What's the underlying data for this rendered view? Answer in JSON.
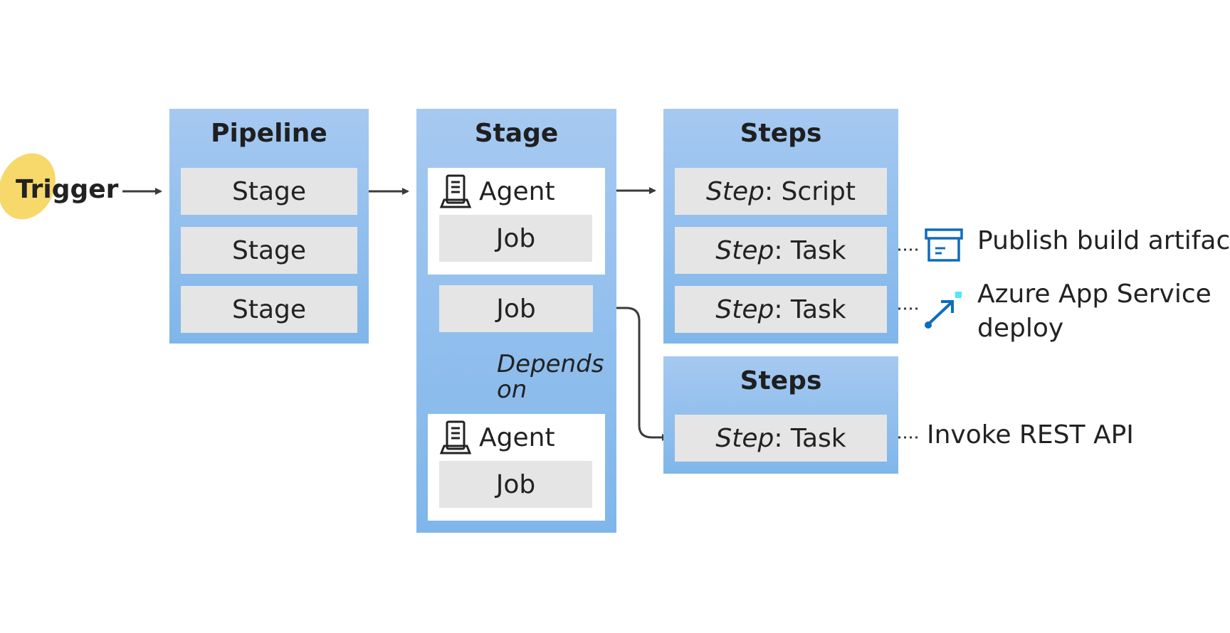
{
  "trigger": {
    "label": "Trigger"
  },
  "pipeline": {
    "title": "Pipeline",
    "stages": [
      "Stage",
      "Stage",
      "Stage"
    ]
  },
  "stage": {
    "title": "Stage",
    "agent1": {
      "label": "Agent",
      "job": "Job"
    },
    "middle_job": "Job",
    "depends_on": "Depends on",
    "agent2": {
      "label": "Agent",
      "job": "Job"
    }
  },
  "steps1": {
    "title": "Steps",
    "rows": [
      {
        "step": "Step",
        "kind": ": Script"
      },
      {
        "step": "Step",
        "kind": ": Task"
      },
      {
        "step": "Step",
        "kind": ": Task"
      }
    ]
  },
  "steps2": {
    "title": "Steps",
    "rows": [
      {
        "step": "Step",
        "kind": ": Task"
      }
    ]
  },
  "annotations": {
    "publish": "Publish build artifact",
    "azure_line1": "Azure App Service",
    "azure_line2": "deploy",
    "invoke": "Invoke REST API"
  },
  "icons": {
    "agent": "agent-server-icon",
    "publish": "archive-box-icon",
    "azure": "azure-deploy-icon"
  },
  "colors": {
    "panel_top": "#a6c9f1",
    "panel_bottom": "#7fb6ea",
    "item_gray": "#e5e5e5",
    "trigger_blob": "#f7d86a",
    "arrow": "#3b3b3b",
    "azure_blue": "#0f6cbd"
  }
}
